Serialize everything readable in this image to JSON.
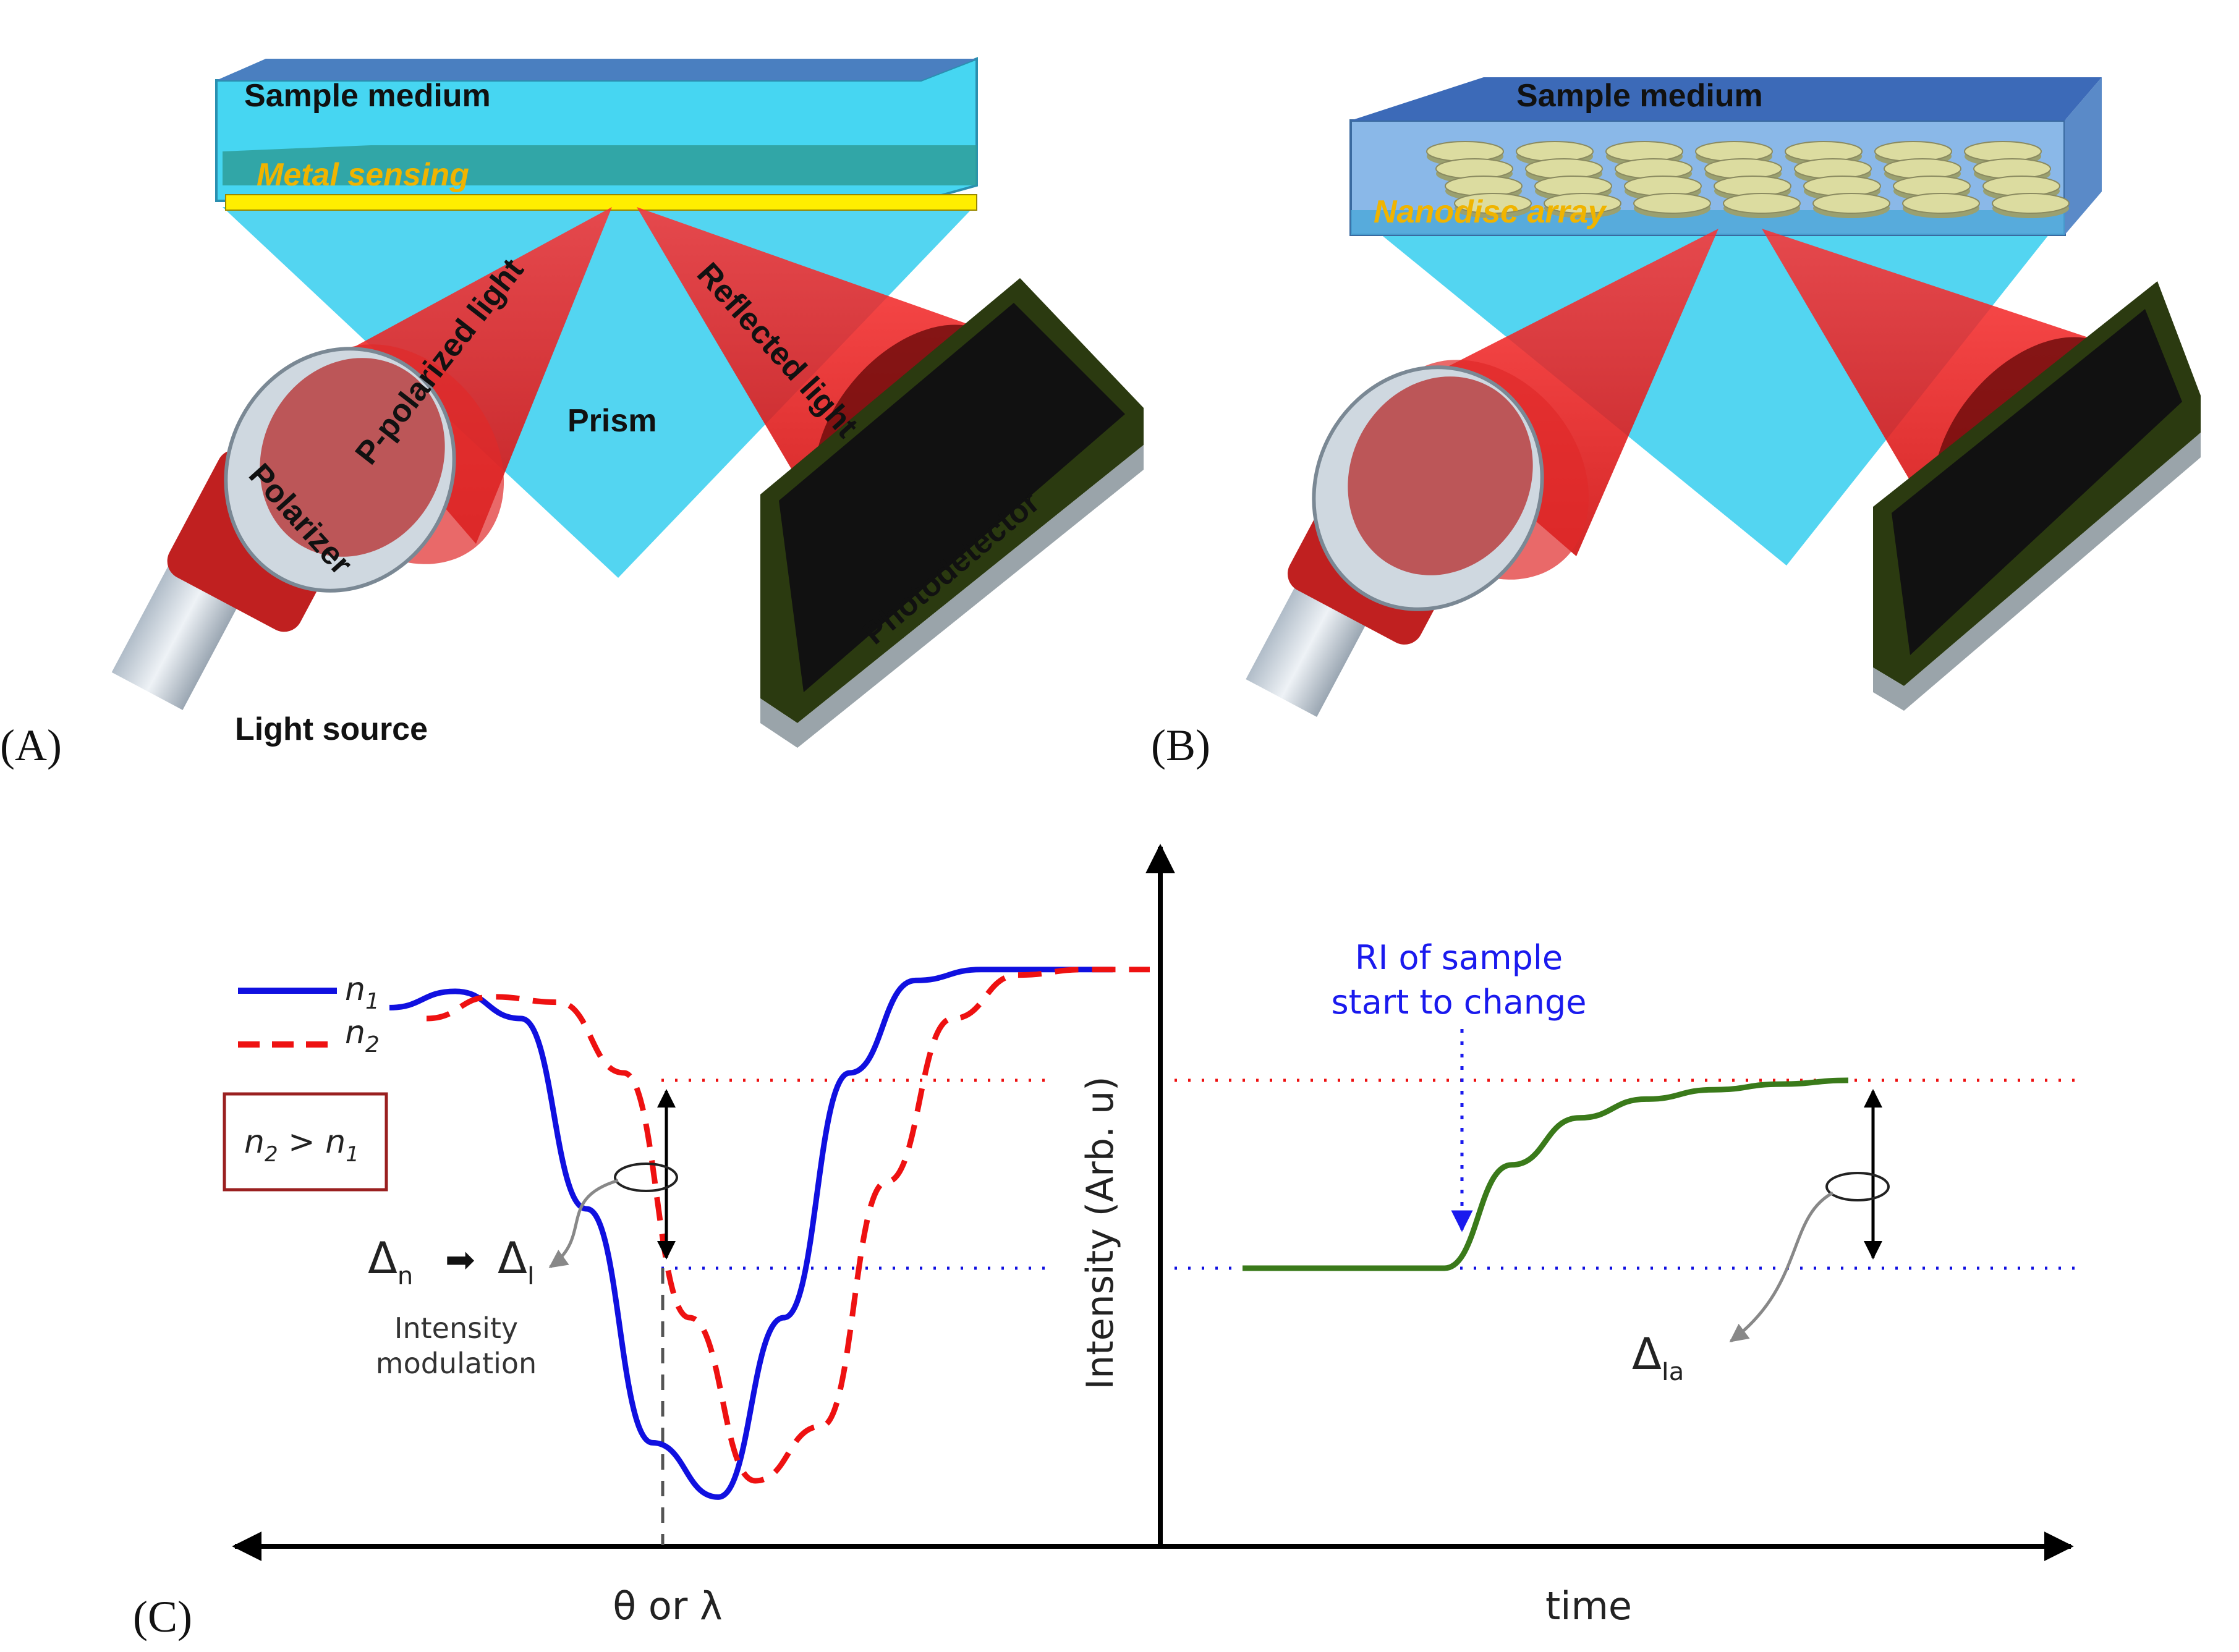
{
  "panels": {
    "A": {
      "label": "(A)",
      "labels": {
        "sample_medium": "Sample medium",
        "metal_sensing": "Metal sensing",
        "p_polarized": "P-polarized light",
        "reflected": "Reflected light",
        "prism": "Prism",
        "polarizer": "Polarizer",
        "photodetector": "Photodetector",
        "light_source": "Light source"
      }
    },
    "B": {
      "label": "(B)",
      "labels": {
        "sample_medium": "Sample medium",
        "nanodisc_array": "Nanodisc array"
      }
    },
    "C": {
      "label": "(C)",
      "legend": {
        "n1": "n",
        "n1_sub": "1",
        "n2": "n",
        "n2_sub": "2"
      },
      "condition": {
        "lhs": "n",
        "lhs_sub": "2",
        "op": " > ",
        "rhs": "n",
        "rhs_sub": "1"
      },
      "delta_n": "Δ",
      "delta_n_sub": "n",
      "delta_i": "Δ",
      "delta_i_sub": "I",
      "arrow_glyph": "➡",
      "intensity_modulation_line1": "Intensity",
      "intensity_modulation_line2": "modulation",
      "ylabel": "Intensity (Arb. u)",
      "xlabel_left": "θ or λ",
      "xlabel_right": "time",
      "ri_line1": "RI of sample",
      "ri_line2": "start to change",
      "delta_ia": "Δ",
      "delta_ia_sub": "Ia"
    }
  },
  "colors": {
    "n1_curve": "#1010e0",
    "n2_curve": "#ee1111",
    "time_curve": "#3a7a1a",
    "prism": "#40d0f0",
    "beam": "#ff2020",
    "metal": "#ffee00",
    "label_yellow": "#f0b400",
    "condition_box": "#9a2020",
    "ri_text": "#1a1aee"
  },
  "chart_data": {
    "type": "line",
    "title": "",
    "xlabel": "θ or λ",
    "ylabel": "Intensity (Arb. u)",
    "series": [
      {
        "name": "n1",
        "x": [
          0,
          1,
          2,
          3,
          4,
          5,
          6,
          7,
          8,
          9,
          10,
          11
        ],
        "values": [
          0.92,
          0.95,
          0.9,
          0.55,
          0.12,
          0.02,
          0.35,
          0.8,
          0.97,
          0.99,
          0.99,
          0.99
        ]
      },
      {
        "name": "n2",
        "x": [
          0,
          1,
          2,
          3,
          4,
          5,
          6,
          7,
          8,
          9,
          10,
          11
        ],
        "values": [
          0.9,
          0.94,
          0.93,
          0.8,
          0.35,
          0.05,
          0.15,
          0.6,
          0.9,
          0.98,
          0.99,
          0.99
        ]
      }
    ],
    "time_series": {
      "xlabel": "time",
      "x": [
        0,
        1,
        2,
        3,
        4,
        5,
        6,
        7,
        8,
        9
      ],
      "values": [
        0.0,
        0.0,
        0.0,
        0.0,
        0.55,
        0.8,
        0.9,
        0.95,
        0.98,
        1.0
      ]
    }
  }
}
